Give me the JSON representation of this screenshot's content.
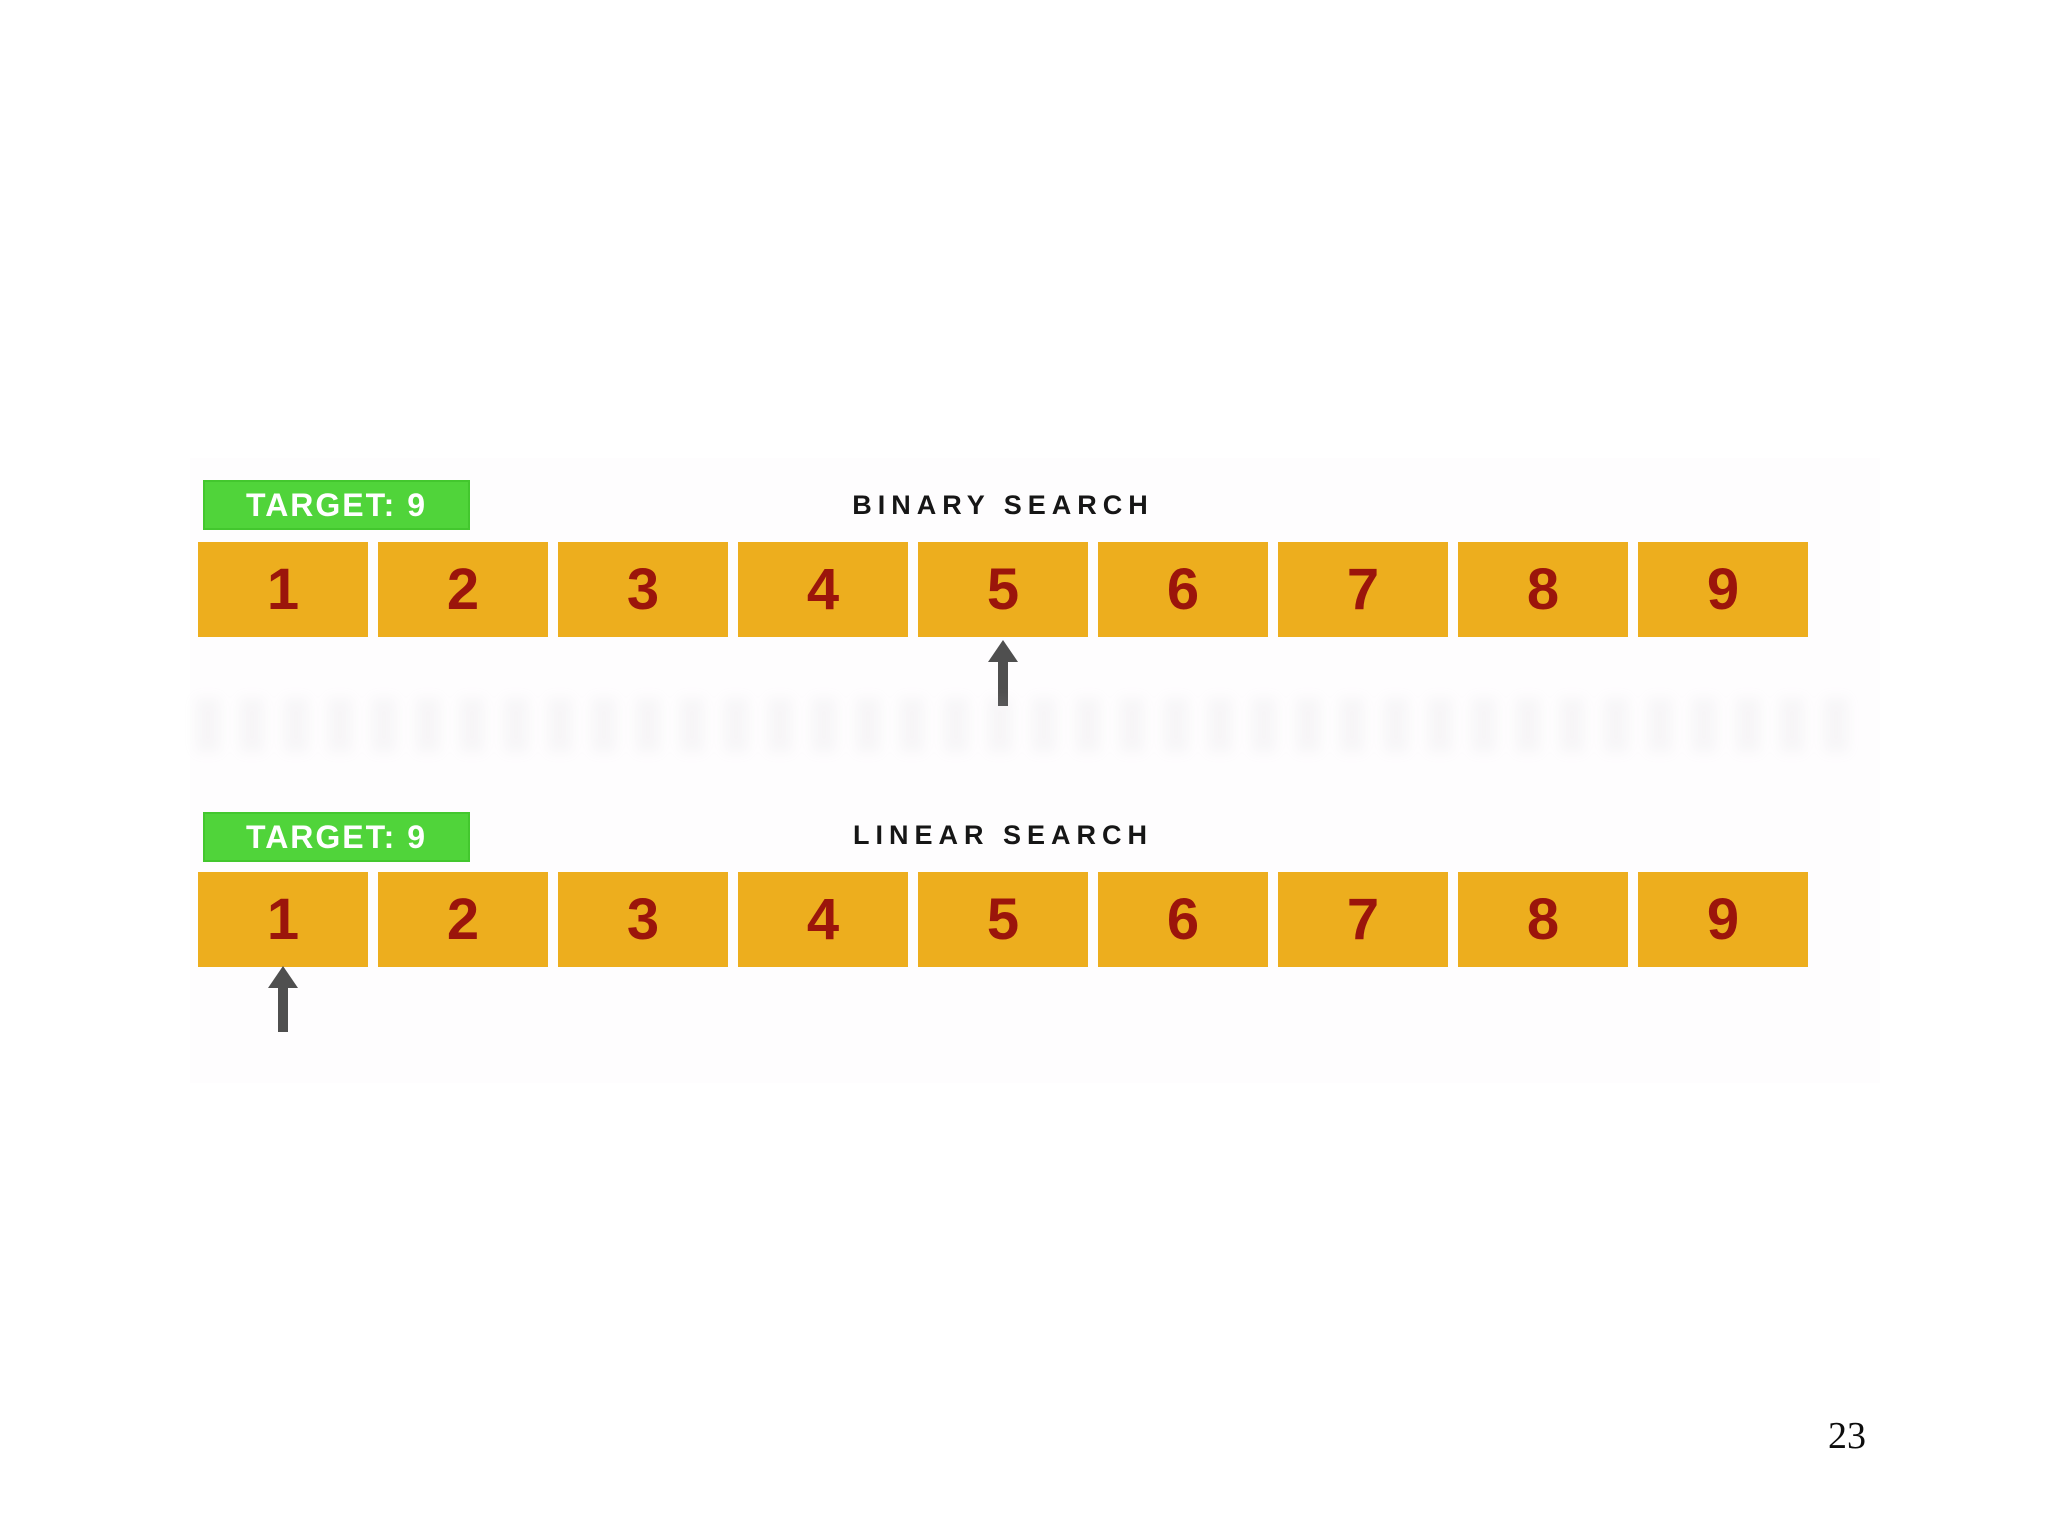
{
  "page": {
    "number": "23"
  },
  "colors": {
    "box_fill": "#EDAE1E",
    "box_text": "#9B150B",
    "badge_bg": "#50D43A",
    "badge_border": "#43C72E",
    "badge_text": "#FFFFFF",
    "title_text": "#161616",
    "arrow": "#4F4F4F"
  },
  "binary": {
    "badge_label": "TARGET: 9",
    "title": "BINARY SEARCH",
    "cells": [
      "1",
      "2",
      "3",
      "4",
      "5",
      "6",
      "7",
      "8",
      "9"
    ],
    "pointer_value": "5",
    "pointer_index": 4
  },
  "linear": {
    "badge_label": "TARGET: 9",
    "title": "LINEAR SEARCH",
    "cells": [
      "1",
      "2",
      "3",
      "4",
      "5",
      "6",
      "7",
      "8",
      "9"
    ],
    "pointer_value": "1",
    "pointer_index": 0
  }
}
